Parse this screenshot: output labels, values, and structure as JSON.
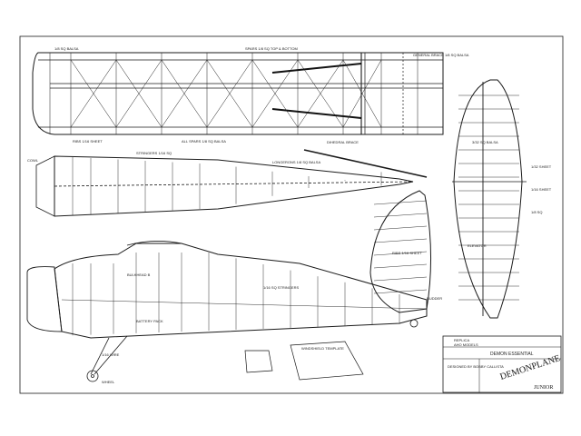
{
  "title_block": {
    "maker_line1": "REPLICA",
    "maker_line2": "AHO MODELS",
    "designer": "DESIGNED BY BOBBY CALLISTA",
    "drawing": "DEMONPLANE",
    "subtitle": "JUNIOR",
    "brand": "DEMON ESSENTIAL"
  },
  "labels": {
    "wing_top": "1/8 SQ BALSA",
    "wing_spar": "SPARS 1/8 SQ TOP & BOTTOM",
    "wing_ribs": "RIBS 1/16 SHEET",
    "wing_tip": "GENERAL BRACE 1/8 SQ BALSA",
    "wing_note": "ALL SPARS 1/8 SQ BALSA",
    "dihedral": "DIHEDRAL BRACE",
    "tail_note": "3/32 SQ BALSA",
    "tail_sheet": "1/32 SHEET",
    "fuselage_top": "STRINGERS 1/16 SQ",
    "fuselage_long": "LONGERONS 1/8 SQ BALSA",
    "side_stringers": "1/16 SQ STRINGERS",
    "bulkhead": "BULKHEAD B",
    "rudder_note": "RIBS 1/16 SHEET",
    "landing_gear": "1/16 WIRE",
    "wheel": "WHEEL",
    "battery": "BATTERY PACK",
    "windshield": "WINDSHIELD TEMPLATE",
    "cowl": "COWL",
    "stab_sheet": "1/16 SHEET",
    "stab_outline": "1/8 SQ",
    "elevator": "ELEVATOR",
    "rudder": "RUDDER"
  },
  "colors": {
    "ink": "#1a1a1a",
    "paper": "#ffffff",
    "hatch": "#555555"
  }
}
